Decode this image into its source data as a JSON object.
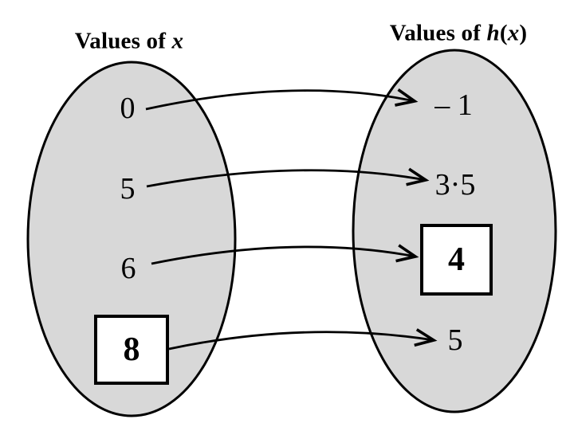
{
  "diagram": {
    "description": "Function mapping diagram for h(x)",
    "colors": {
      "background": "#ffffff",
      "ellipse_fill": "#d8d8d8",
      "line_color": "#000000"
    },
    "left_set": {
      "title_prefix": "Values of ",
      "title_var": "x",
      "values": [
        "0",
        "5",
        "6"
      ],
      "boxed_value": "8"
    },
    "right_set": {
      "title_prefix": "Values of ",
      "func": "h",
      "lparen": "(",
      "var": "x",
      "rparen": ")",
      "values": [
        "– 1",
        "3·5",
        "5"
      ],
      "boxed_value": "4"
    },
    "mappings": [
      {
        "from": "0",
        "to": "– 1"
      },
      {
        "from": "5",
        "to": "3·5"
      },
      {
        "from": "6",
        "to": "4"
      },
      {
        "from": "8",
        "to": "5"
      }
    ]
  }
}
